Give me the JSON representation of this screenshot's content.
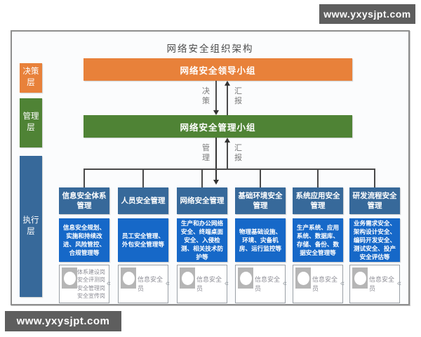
{
  "watermarks": {
    "top_right": "www.yxysjpt.com",
    "bottom_left": "www.yxysjpt.com"
  },
  "diagram": {
    "title": "网络安全组织架构",
    "layers": [
      {
        "label": "决策层",
        "color": "#E8813A"
      },
      {
        "label": "管理层",
        "color": "#4F8335"
      },
      {
        "label": "执行层",
        "color": "#37699A"
      }
    ],
    "leader_group": {
      "label": "网络安全领导小组",
      "color": "#E8813A"
    },
    "management_group": {
      "label": "网络安全管理小组",
      "color": "#4F8335"
    },
    "flows": [
      {
        "down_label": "决策",
        "up_label": "汇报"
      },
      {
        "down_label": "管理",
        "up_label": "汇报"
      }
    ],
    "columns": [
      {
        "title": "信息安全体系管理",
        "detail": "信息安全规划、实施和持续改进、风险管控、合规管理等",
        "roles": [
          "体系建设岗",
          "安全评测岗",
          "安全管理岗",
          "安全宣传岗"
        ]
      },
      {
        "title": "人员安全管理",
        "detail": "员工安全管理、外包安全管理等",
        "roles": [
          "信息安全员"
        ]
      },
      {
        "title": "网络安全管理",
        "detail": "生产和办公网络安全、终端桌面安全、入侵检测、相关技术防护等",
        "roles": [
          "信息安全员"
        ]
      },
      {
        "title": "基础环境安全管理",
        "detail": "物理基础设施、环境、灾备机房、运行监控等",
        "roles": [
          "信息安全员"
        ]
      },
      {
        "title": "系统应用安全管理",
        "detail": "生产系统、应用系统、数据库、存储、备份、数据安全管理等",
        "roles": [
          "信息安全员"
        ]
      },
      {
        "title": "研发流程安全管理",
        "detail": "业务需求安全、架构设计安全、编码开发安全、测试安全、投产安全评估等",
        "roles": [
          "信息安全员"
        ]
      }
    ],
    "colors": {
      "decision_orange": "#E8813A",
      "management_green": "#4F8335",
      "execution_blue": "#37699A",
      "detail_blue": "#1668C8",
      "watermark_gray": "#5E5E5E"
    }
  }
}
